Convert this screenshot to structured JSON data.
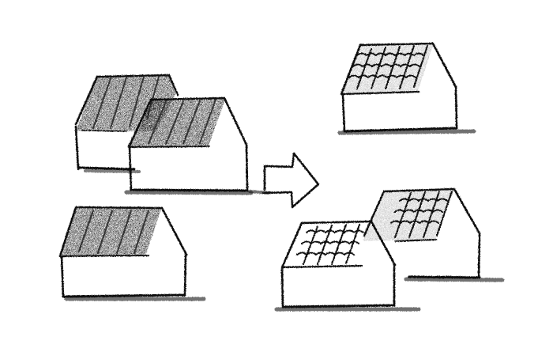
{
  "illustration": {
    "style": "charcoal sketch",
    "ink_color": "#111111",
    "paper_color": "#ffffff",
    "left_group": {
      "house_count": 3,
      "roof_style": "solid dark panels"
    },
    "arrow": {
      "icon": "right-arrow-icon"
    },
    "right_group": {
      "house_count": 3,
      "roof_style": "light panels with wavy tile lines"
    }
  }
}
